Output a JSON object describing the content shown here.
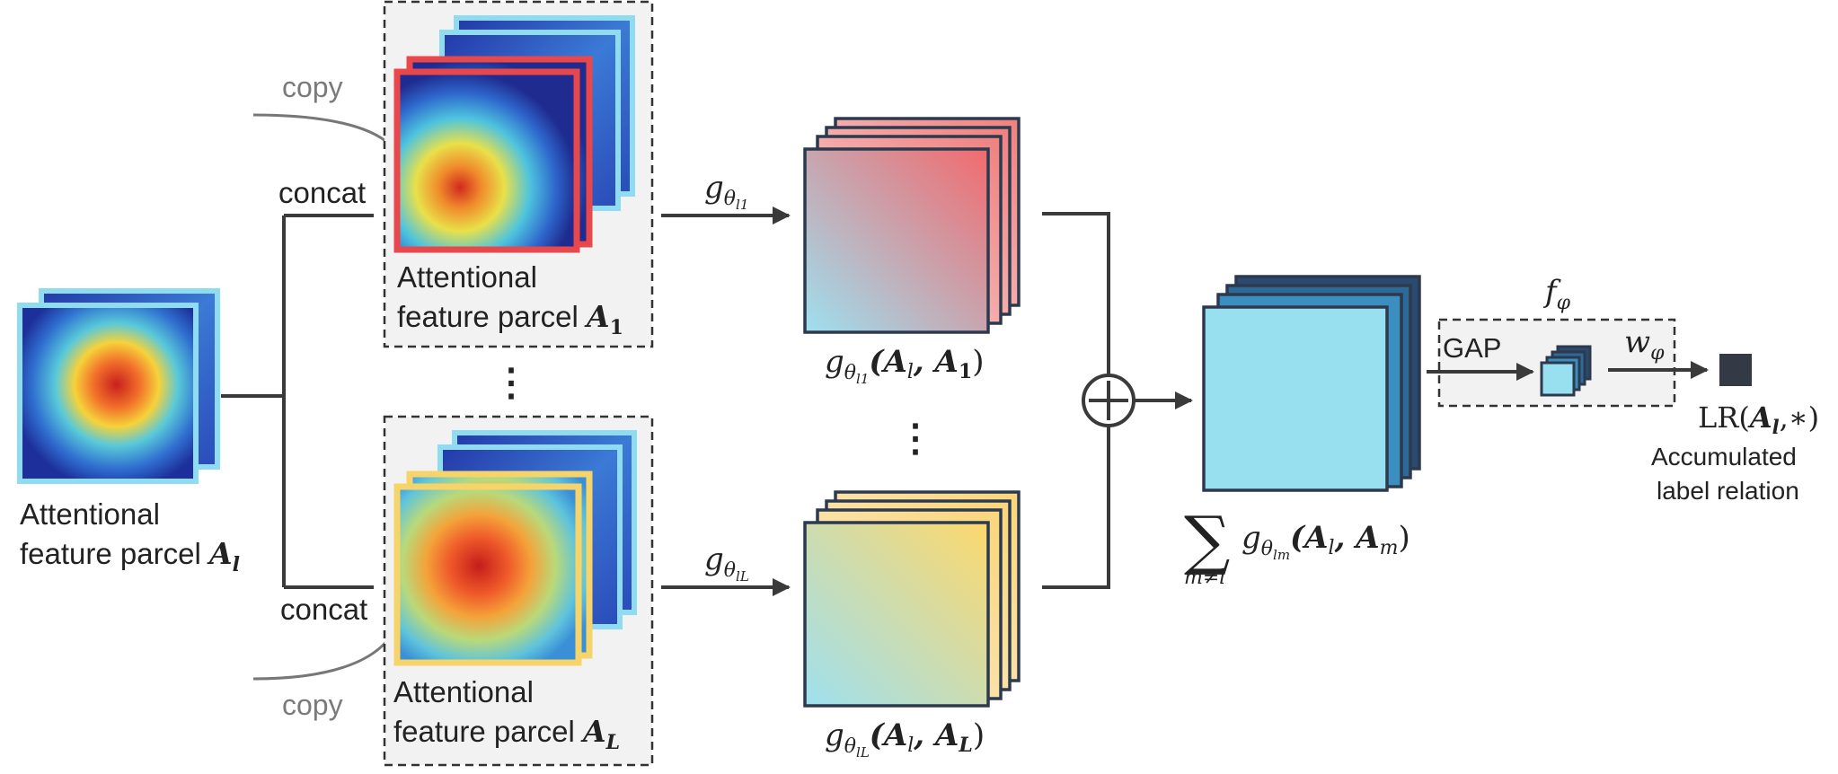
{
  "input": {
    "caption_line1": "Attentional",
    "caption_line2": "feature parcel",
    "symbol": "A",
    "subscript": "l"
  },
  "concat_top": "concat",
  "concat_bottom": "concat",
  "copy_top": "copy",
  "copy_bottom": "copy",
  "parcel_top": {
    "caption_line1": "Attentional",
    "caption_line2": "feature parcel",
    "symbol": "A",
    "subscript": "1"
  },
  "parcel_bottom": {
    "caption_line1": "Attentional",
    "caption_line2": "feature parcel",
    "symbol": "A",
    "subscript": "L"
  },
  "ellipsis": "⋮",
  "g_top": {
    "g": "g",
    "theta": "θ",
    "sub": "l1",
    "args_open": "(A",
    "args_l": "l",
    "args_mid": ", A",
    "args_end": "1",
    "close": ")"
  },
  "g_bottom": {
    "g": "g",
    "theta": "θ",
    "sub": "lL",
    "args_open": "(A",
    "args_l": "l",
    "args_mid": ", A",
    "args_end": "L",
    "close": ")"
  },
  "sum_label": {
    "sigma": "∑",
    "under": "m≠l",
    "g": "g",
    "theta": "θ",
    "sub": "lm",
    "args_open": "(A",
    "args_l": "l",
    "args_mid": ", A",
    "args_end": "m",
    "close": ")"
  },
  "f_phi": {
    "f": "f",
    "sub": "φ"
  },
  "gap": "GAP",
  "w_phi": {
    "w": "w",
    "sub": "φ"
  },
  "lr": {
    "prefix": "LR(",
    "sym": "A",
    "sub": "l",
    "suffix": ",∗)"
  },
  "accumulated_line1": "Accumulated",
  "accumulated_line2": "label relation",
  "colors": {
    "red_border": "#e8474c",
    "yellow_border": "#f7d46a",
    "cyan_border": "#8fdbf0",
    "dark_navy": "#2b4a70",
    "light_cyan": "#98dff0"
  }
}
